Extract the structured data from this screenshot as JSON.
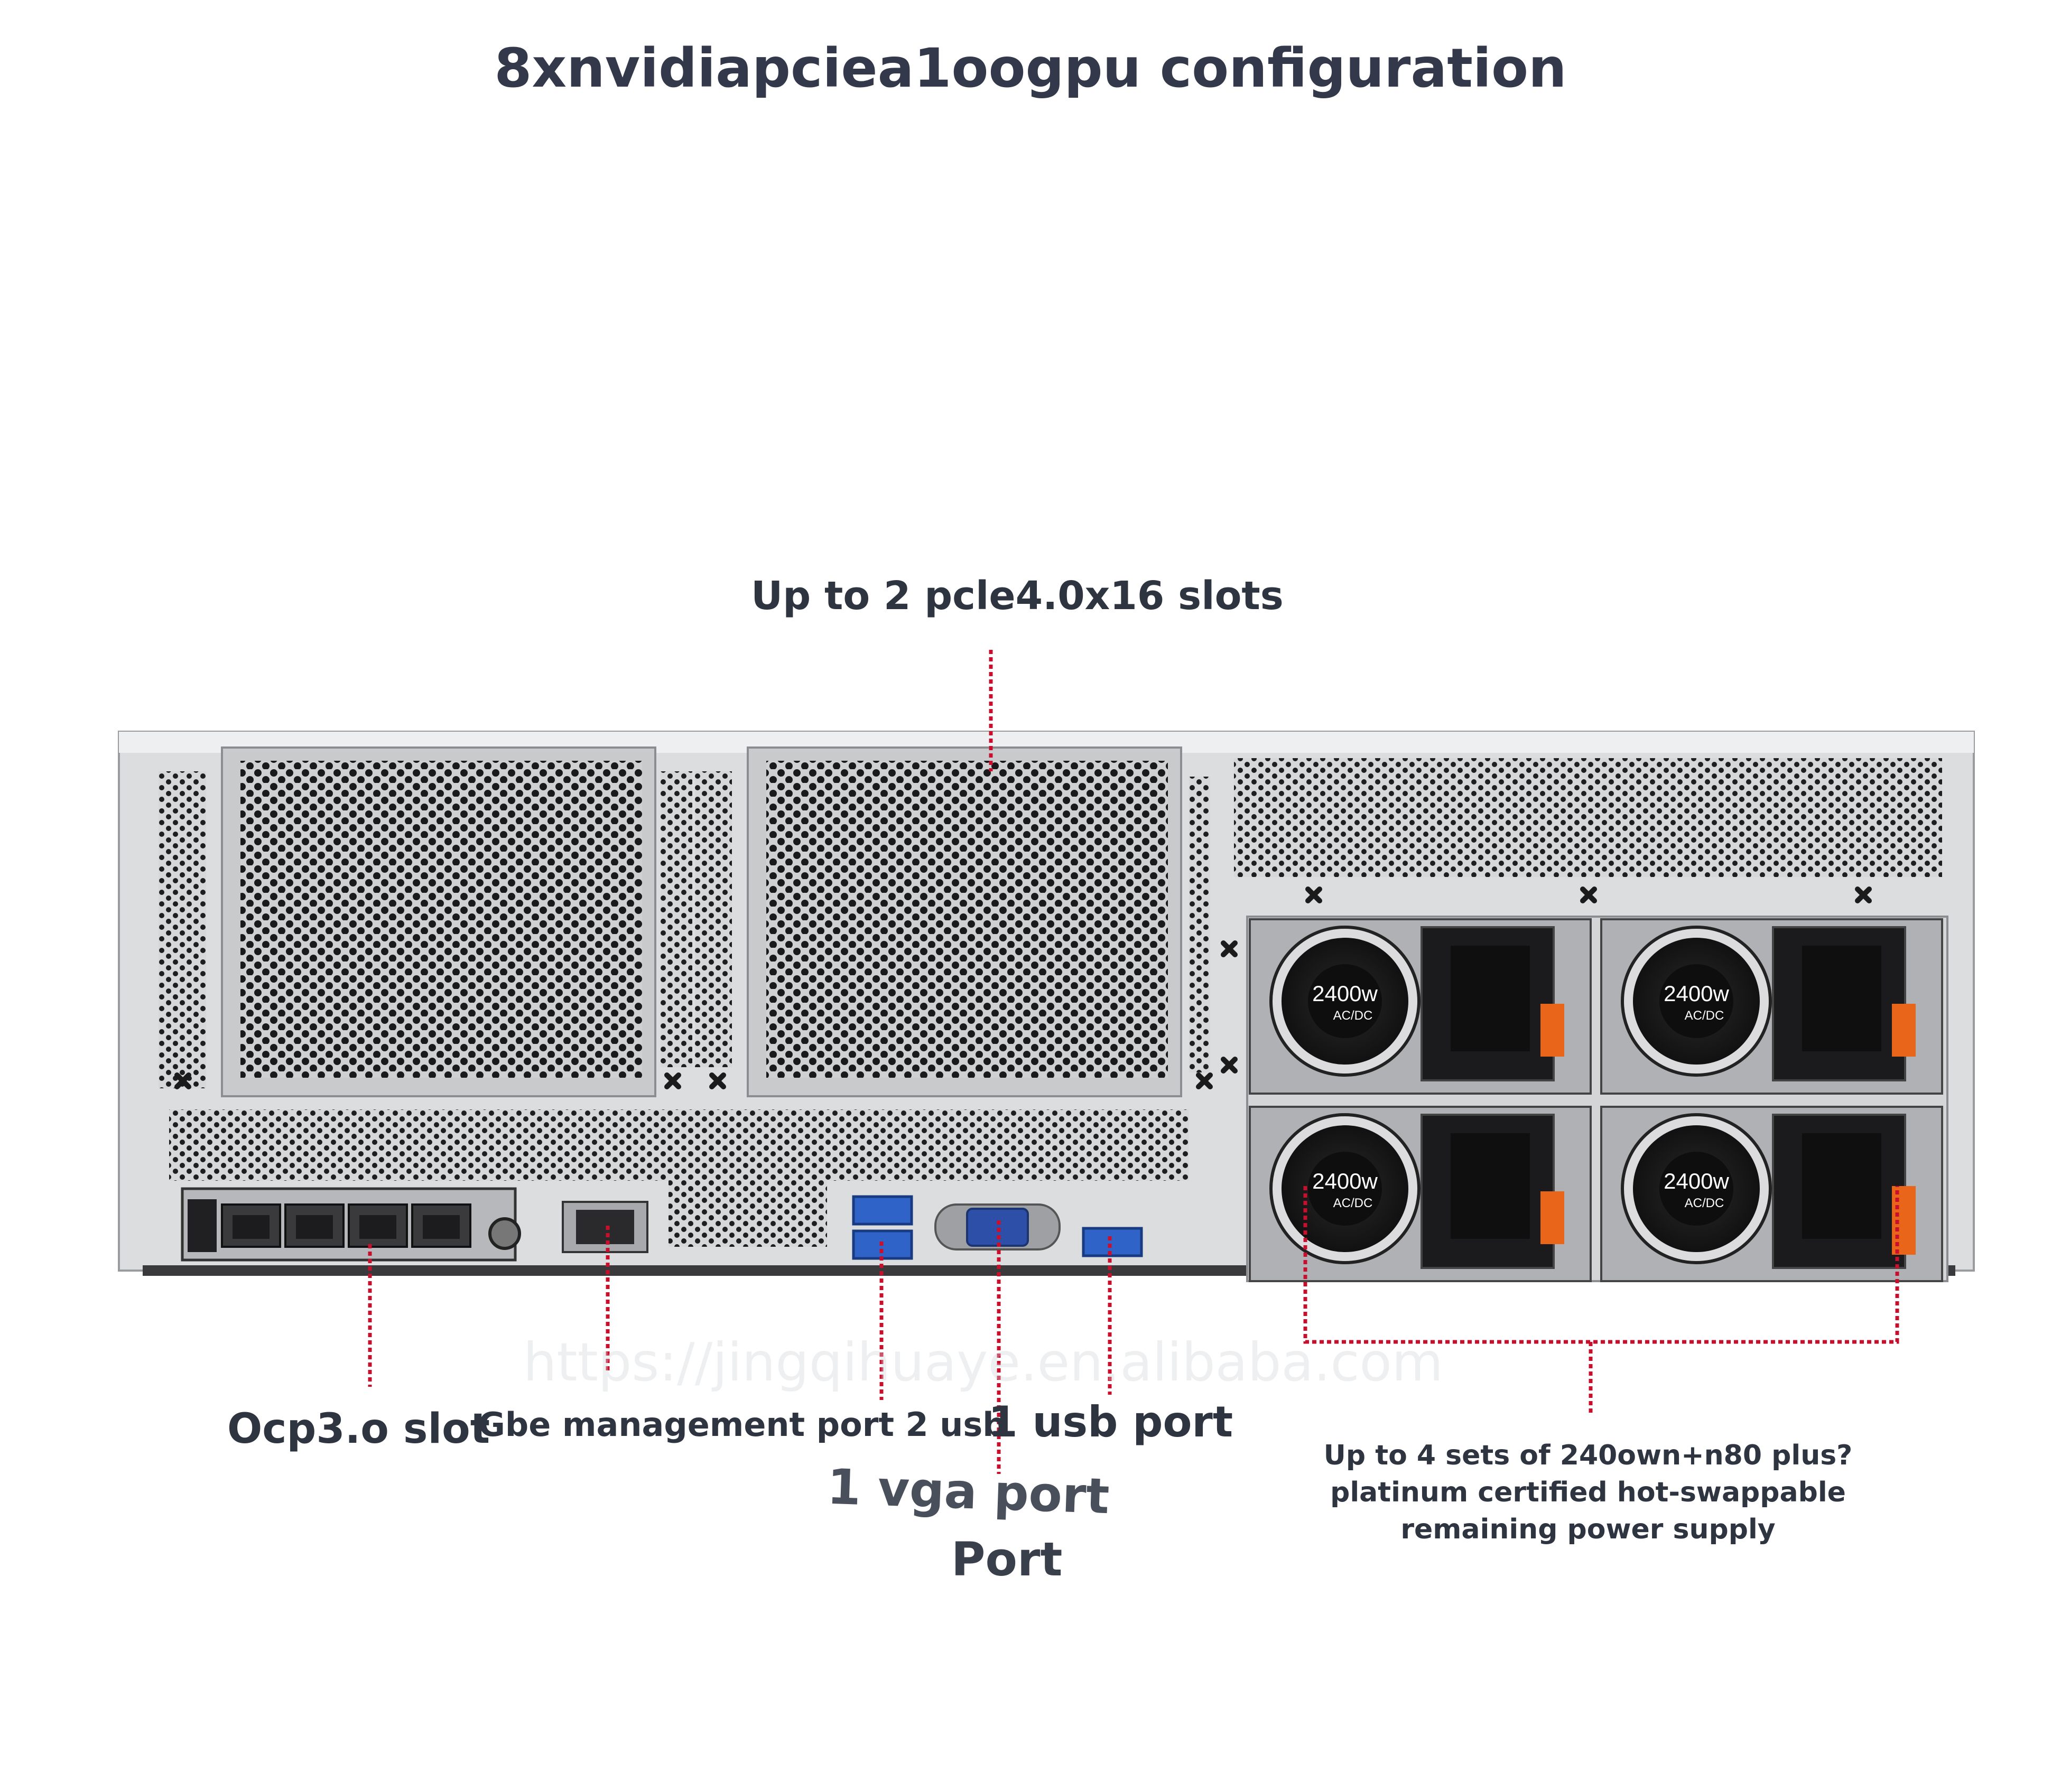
{
  "title": "8xnvidiapciea1oogpu configuration",
  "callouts": {
    "pcie": "Up to 2 pcle4.0x16 slots",
    "ocp": "Ocp3.o slot",
    "gbe": "Gbe management port 2 usb",
    "usb": "1 usb port",
    "vga": "1 vga port",
    "port": "Port",
    "psu": "Up to 4 sets of 240own+n80 plus? platinum certified hot-swappable remaining power supply"
  },
  "psu_units": [
    {
      "rating": "2400w",
      "type": "AC/DC"
    },
    {
      "rating": "2400w",
      "type": "AC/DC"
    },
    {
      "rating": "2400w",
      "type": "AC/DC"
    },
    {
      "rating": "2400w",
      "type": "AC/DC"
    }
  ],
  "watermark": "https://jingqihuaye.en.alibaba.com",
  "colors": {
    "chassis": "#d9dadc",
    "callout_line": "#c8102e",
    "psu_handle": "#e8651a",
    "vga_port": "#2e4fa8",
    "usb_port": "#2f63c8"
  }
}
